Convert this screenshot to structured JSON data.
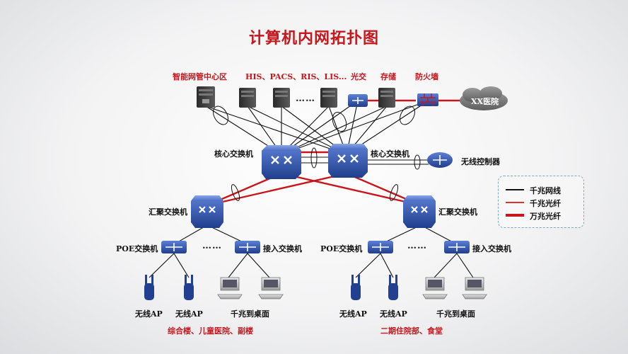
{
  "title": "计算机内网拓扑图",
  "groups": {
    "smart_center": "智能网管中心区",
    "his_pacs": "HIS、PACS、RIS、LIS...",
    "optical": "光交",
    "storage": "存储",
    "firewall": "防火墙"
  },
  "hospital": "XX医院",
  "core_left": "核心交换机",
  "core_right": "核心交换机",
  "wireless_controller": "无线控制器",
  "agg_left": "汇聚交换机",
  "agg_right": "汇聚交换机",
  "poe_left": "POE交换机",
  "access_left": "接入交换机",
  "poe_right": "POE交换机",
  "access_right": "接入交换机",
  "ap1": "无线AP",
  "ap2": "无线AP",
  "ap3": "无线AP",
  "ap4": "无线AP",
  "desktop_left": "千兆到桌面",
  "desktop_right": "千兆到桌面",
  "building_left": "综合楼、儿童医院、副楼",
  "building_right": "二期住院部、食堂",
  "ellipsis": "……",
  "legend": [
    {
      "label": "千兆网线",
      "color": "#111111"
    },
    {
      "label": "千兆光纤",
      "color": "#e03030"
    },
    {
      "label": "万兆光纤",
      "color": "#c8161d"
    }
  ],
  "colors": {
    "title": "#c8161d",
    "switch_blue": "#2a4fa8",
    "server_dark": "#3a3a3a",
    "fiber_red": "#c8161d"
  }
}
